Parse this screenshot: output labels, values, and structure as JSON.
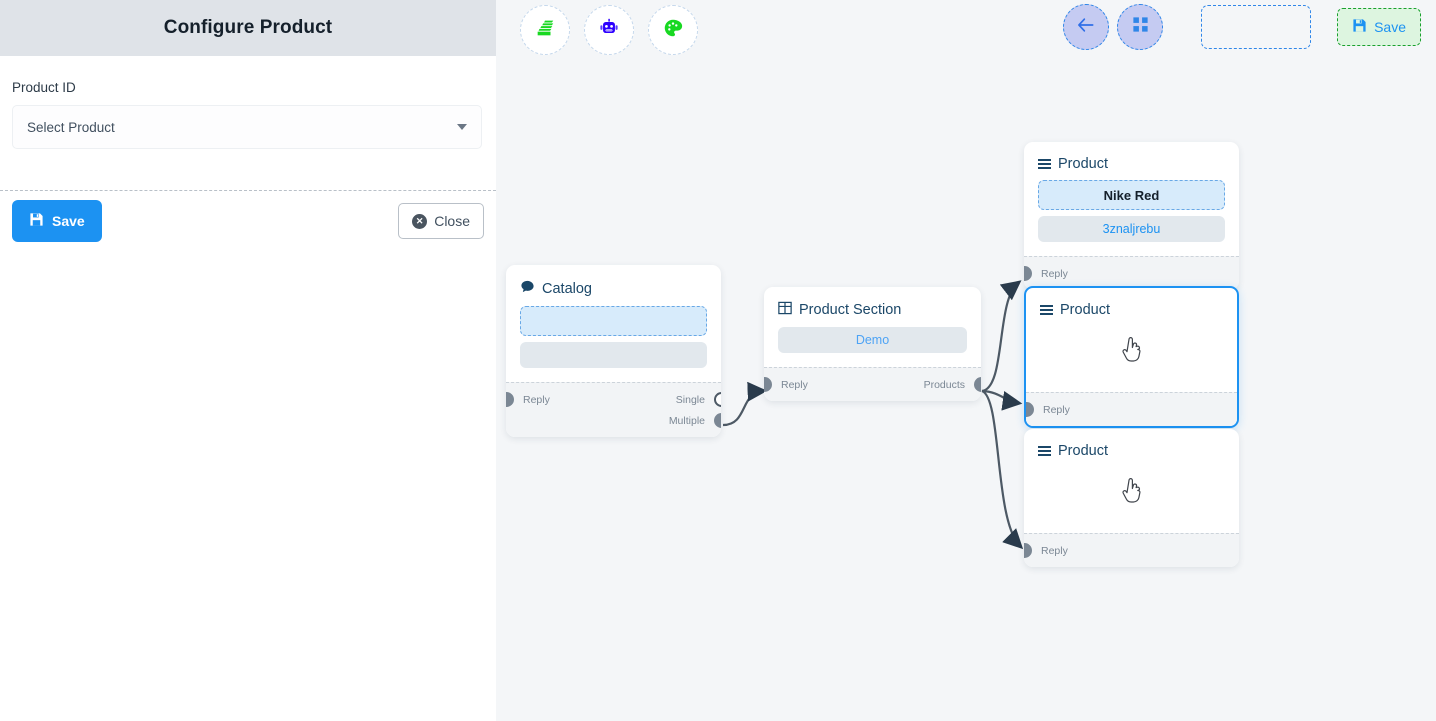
{
  "panel": {
    "title": "Configure Product",
    "field_label": "Product ID",
    "select_value": "Select Product",
    "save_label": "Save",
    "close_label": "Close",
    "save_icon": "floppy-disk-icon",
    "close_icon": "close-circle-icon",
    "caret_icon": "chevron-down-icon"
  },
  "toolbar_left": {
    "buttons": [
      {
        "name": "stack-icon",
        "glyph": "stack"
      },
      {
        "name": "robot-icon",
        "glyph": "robot"
      },
      {
        "name": "palette-icon",
        "glyph": "palette"
      }
    ]
  },
  "toolbar_right": {
    "back_icon": "arrow-left-icon",
    "fit_icon": "compress-icon",
    "empty_slot": "",
    "save_label": "Save",
    "save_icon": "floppy-disk-icon"
  },
  "canvas": {
    "nodes": [
      {
        "id": "catalog",
        "title": "Catalog",
        "icon": "chat-bubble-icon",
        "selected": false,
        "chips": [
          {
            "text": "",
            "style": "dashed"
          },
          {
            "text": "",
            "style": "plain"
          }
        ],
        "in_port": "Reply",
        "out_ports": [
          {
            "label": "Single",
            "filled": false
          },
          {
            "label": "Multiple",
            "filled": true
          }
        ]
      },
      {
        "id": "product-section",
        "title": "Product Section",
        "icon": "grid-table-icon",
        "selected": false,
        "chips": [
          {
            "text": "Demo",
            "style": "demo"
          }
        ],
        "in_port": "Reply",
        "out_ports": [
          {
            "label": "Products",
            "filled": true
          }
        ]
      },
      {
        "id": "product-top",
        "title": "Product",
        "icon": "list-icon",
        "selected": false,
        "chips": [
          {
            "text": "Nike Red",
            "style": "dashed"
          },
          {
            "text": "3znaljrebu",
            "style": "plain"
          }
        ],
        "in_port": "Reply",
        "out_ports": []
      },
      {
        "id": "product-middle",
        "title": "Product",
        "icon": "list-icon",
        "selected": true,
        "chips": [],
        "placeholder_icon": "pointing-hand-icon",
        "in_port": "Reply",
        "out_ports": []
      },
      {
        "id": "product-bottom",
        "title": "Product",
        "icon": "list-icon",
        "selected": false,
        "chips": [],
        "placeholder_icon": "pointing-hand-icon",
        "in_port": "Reply",
        "out_ports": []
      }
    ]
  },
  "colors": {
    "accent_blue": "#1c92f2",
    "node_title": "#1b4768",
    "port_gray": "#7b8794",
    "edge_gray": "#4d5965",
    "green_save_bg": "#ddf5e0",
    "green_save_border": "#1aa02e",
    "panel_header_bg": "#dfe3e8",
    "canvas_bg": "#f4f6f8"
  }
}
